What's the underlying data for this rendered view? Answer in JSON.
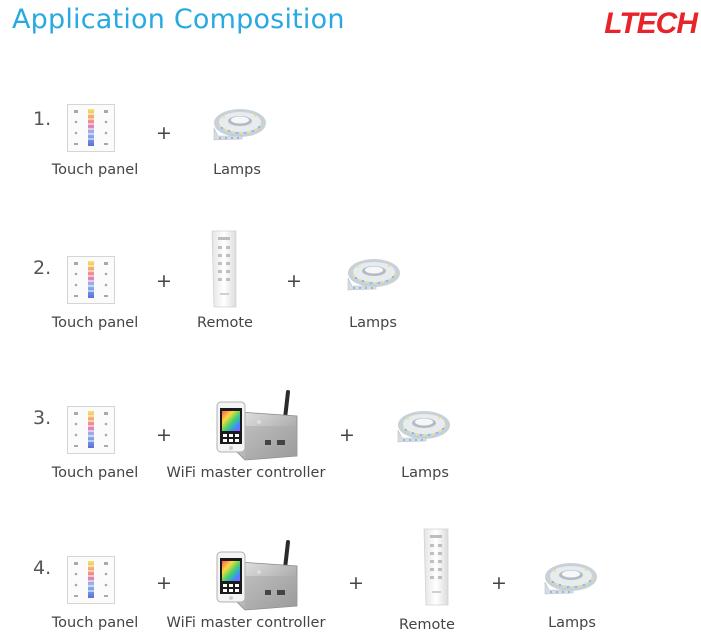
{
  "title": "Application Composition",
  "brand": "LTECH",
  "colors": {
    "title": "#29a9e1",
    "brand": "#e8232a"
  },
  "rows": [
    {
      "number": "1.",
      "labels": [
        "Touch panel",
        "Lamps"
      ]
    },
    {
      "number": "2.",
      "labels": [
        "Touch panel",
        "Remote",
        "Lamps"
      ]
    },
    {
      "number": "3.",
      "labels": [
        "Touch panel",
        "WiFi master controller",
        "Lamps"
      ]
    },
    {
      "number": "4.",
      "labels": [
        "Touch panel",
        "WiFi master controller",
        "Remote",
        "Lamps"
      ]
    }
  ],
  "separator": "+"
}
